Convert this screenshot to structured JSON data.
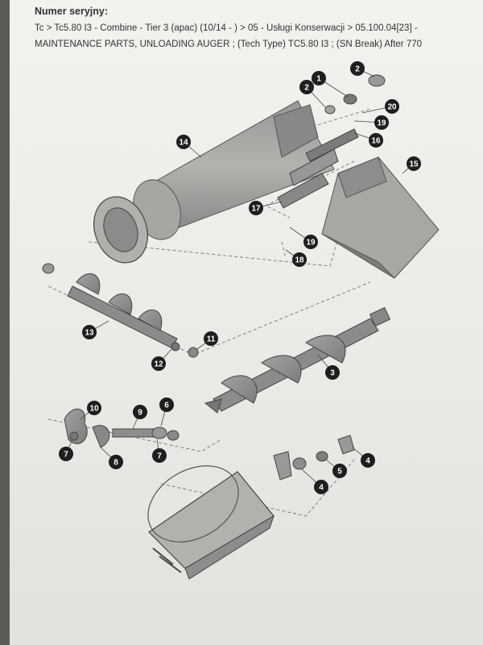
{
  "header": {
    "serial_label": "Numer seryjny:",
    "breadcrumb_line1": "Tc > Tc5.80 I3 - Combine - Tier 3 (apac) (10/14 - ) > 05 - Usługi Konserwacji > 05.100.04[23] -",
    "breadcrumb_line2": "MAINTENANCE PARTS, UNLOADING AUGER ; (Tech Type) TC5.80 I3 ; (SN Break) After 770"
  },
  "callouts": {
    "c2a": "2",
    "c1": "1",
    "c2b": "2",
    "c20": "20",
    "c19a": "19",
    "c16": "16",
    "c14": "14",
    "c15": "15",
    "c17": "17",
    "c19b": "19",
    "c18": "18",
    "c13": "13",
    "c11": "11",
    "c12": "12",
    "c3": "3",
    "c10": "10",
    "c9": "9",
    "c6": "6",
    "c7a": "7",
    "c8": "8",
    "c7b": "7",
    "c4a": "4",
    "c5": "5",
    "c4b": "4"
  }
}
